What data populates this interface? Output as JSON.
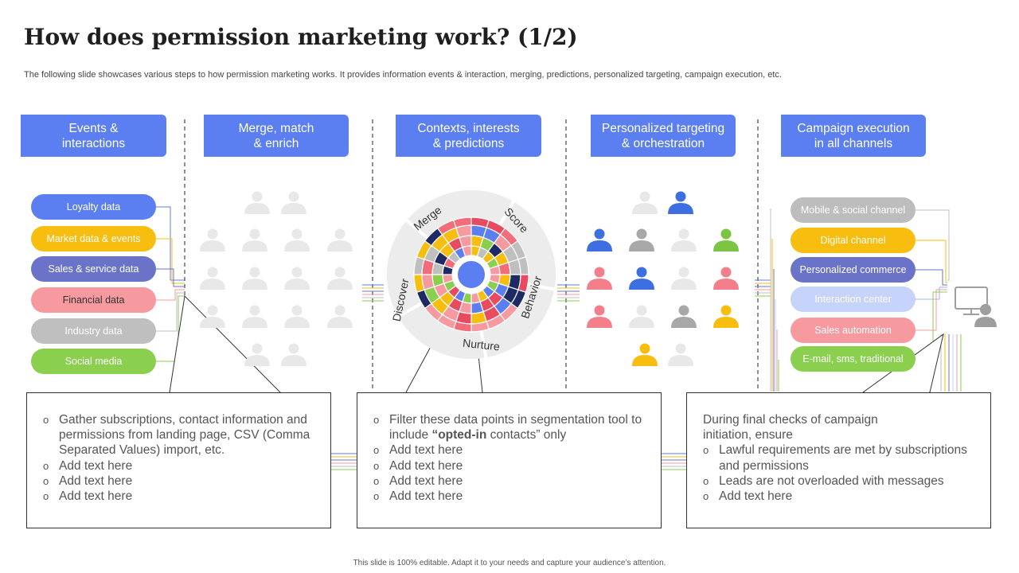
{
  "title": "How does permission marketing work? (1/2)",
  "subtitle": "The following slide showcases various steps to how permission marketing works. It provides information events & interaction, merging, predictions, personalized targeting, campaign execution, etc.",
  "headers": [
    {
      "line1": "Events &",
      "line2": "interactions"
    },
    {
      "line1": "Merge, match",
      "line2": "& enrich"
    },
    {
      "line1": "Contexts, interests",
      "line2": "& predictions"
    },
    {
      "line1": "Personalized targeting",
      "line2": "& orchestration"
    },
    {
      "line1": "Campaign execution",
      "line2": "in all channels"
    }
  ],
  "events": [
    {
      "label": "Loyalty data",
      "color": "#5b7ff0"
    },
    {
      "label": "Market data & events",
      "color": "#f7bd0f"
    },
    {
      "label": "Sales & service data",
      "color": "#6b73c8"
    },
    {
      "label": "Financial data",
      "color": "#f79aa0",
      "text_color": "#333333"
    },
    {
      "label": "Industry data",
      "color": "#bfbfbf"
    },
    {
      "label": "Social media",
      "color": "#8bcf4e"
    }
  ],
  "channels": [
    {
      "label": "Mobile & social channel",
      "color": "#bdbdbd"
    },
    {
      "label": "Digital channel",
      "color": "#f7bd0f"
    },
    {
      "label": "Personalized commerce",
      "color": "#6b73c8"
    },
    {
      "label": "Interaction center",
      "color": "#c6d3fa"
    },
    {
      "label": "Sales automation",
      "color": "#f79aa0"
    },
    {
      "label": "E-mail, sms, traditional",
      "color": "#8bcf4e"
    }
  ],
  "wheel": {
    "labels": [
      "Merge",
      "Score",
      "Behavior",
      "Nurture",
      "Discover"
    ],
    "colors": [
      "#5b7ff0",
      "#f7bd0f",
      "#1e2a64",
      "#f79aa0",
      "#8bcf4e",
      "#bfbfbf",
      "#f36c7a",
      "#e84a5f"
    ]
  },
  "boxes": {
    "box1": {
      "items": [
        "Gather subscriptions, contact information and permissions from landing page, CSV (Comma Separated Values) import, etc.",
        "Add text here",
        "Add text here",
        "Add text here"
      ]
    },
    "box2": {
      "item1_pre": "Filter these data points in segmentation tool to include ",
      "item1_bold": "“opted-in",
      "item1_post": " contacts” only",
      "items": [
        "Add text here",
        "Add text here",
        "Add text here",
        "Add text here"
      ]
    },
    "box3": {
      "intro": "During final checks of campaign initiation, ensure",
      "items": [
        "Lawful requirements are met by subscriptions and permissions",
        "Leads are not overloaded with messages",
        "Add text here"
      ]
    }
  },
  "footer": "This slide is 100% editable. Adapt it to your needs and capture your audience’s attention.",
  "colors": {
    "accent": "#5b7ff0",
    "person_gray": "#e8e8e8",
    "person_blue": "#3d6fe0",
    "person_mid_gray": "#a8a8a8",
    "person_green": "#7cc542",
    "person_pink": "#f47f8a",
    "person_yellow": "#f7bd0f"
  }
}
